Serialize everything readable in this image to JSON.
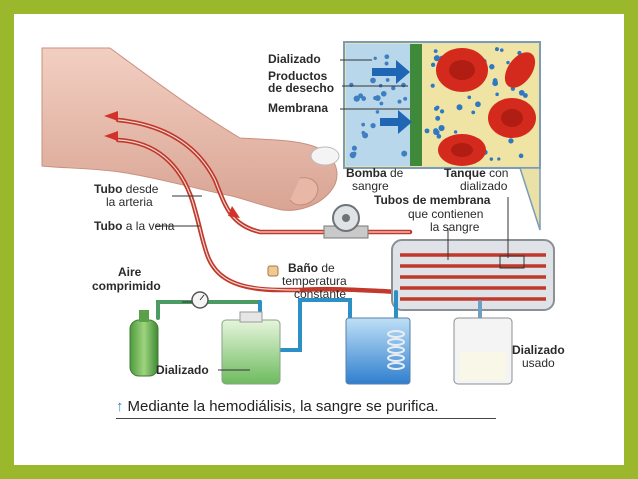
{
  "colors": {
    "border": "#9bb82c",
    "blood_tube": "#c0392b",
    "dialysate_tube": "#2c8fc6",
    "skin": "#e9bcae",
    "membrane": "#3f8a3a",
    "dialysate_fluid": "#7fc97f",
    "bath_water": "#3a8fd6",
    "red_cell": "#d42a1d"
  },
  "labels": {
    "dializado": "Dializado",
    "productos_1": "Productos",
    "productos_2": "de desecho",
    "membrana": "Membrana",
    "bomba_bold": "Bomba",
    "bomba_rest": " de",
    "sangre": "sangre",
    "tanque_bold": "Tanque",
    "tanque_rest": " con",
    "dializado_lc": "dializado",
    "tubos_membrana": "Tubos de membrana",
    "que_contienen": "que contienen",
    "la_sangre": "la sangre",
    "tubo_desde_bold": "Tubo",
    "tubo_desde_rest": " desde",
    "la_arteria": "la arteria",
    "tubo_vena_bold": "Tubo",
    "tubo_vena_rest": " a la vena",
    "aire": "Aire",
    "comprimido": "comprimido",
    "bano_bold": "Baño",
    "bano_rest": " de",
    "temperatura": "temperatura",
    "constante": "constante",
    "dializado_bottom": "Dializado",
    "dializado_usado_1": "Dializado",
    "dializado_usado_2": "usado"
  },
  "caption": {
    "arrow": "↑",
    "text": "Mediante la hemodiálisis, la sangre se purifica."
  }
}
